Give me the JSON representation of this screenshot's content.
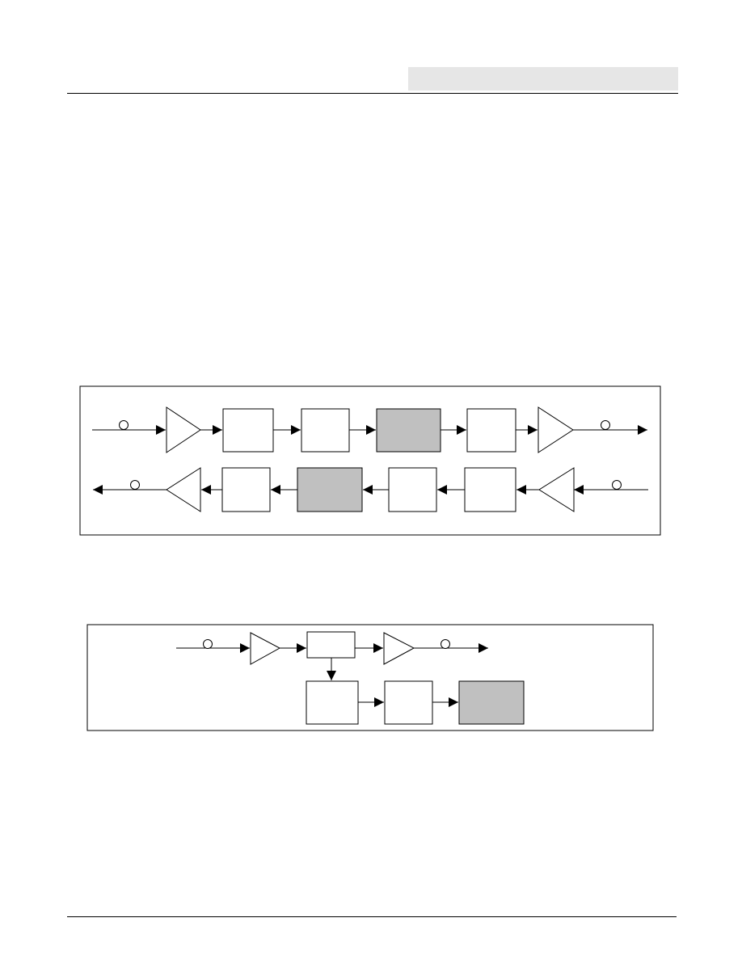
{
  "colors": {
    "header_band": "#e6e6e6",
    "rule": "#000000",
    "line": "#000000",
    "block_fill": "#ffffff",
    "highlight_fill": "#c0c0c0",
    "background": "#ffffff"
  },
  "diagram_1": {
    "name": "bidirectional-signal-chain",
    "forward_path": {
      "direction": "left-to-right",
      "sequence": [
        "input-node",
        "amplifier",
        "block",
        "block",
        "highlighted-block",
        "block",
        "amplifier",
        "output-node"
      ]
    },
    "reverse_path": {
      "direction": "right-to-left",
      "sequence": [
        "input-node",
        "amplifier",
        "block",
        "block",
        "highlighted-block",
        "block",
        "amplifier",
        "output-node"
      ]
    }
  },
  "diagram_2": {
    "name": "tapped-signal-chain",
    "main_path": {
      "direction": "left-to-right",
      "sequence": [
        "input-node",
        "amplifier",
        "block",
        "amplifier",
        "output-node"
      ]
    },
    "branch_path": {
      "tap": "block",
      "sequence": [
        "block",
        "block",
        "highlighted-block"
      ]
    }
  }
}
